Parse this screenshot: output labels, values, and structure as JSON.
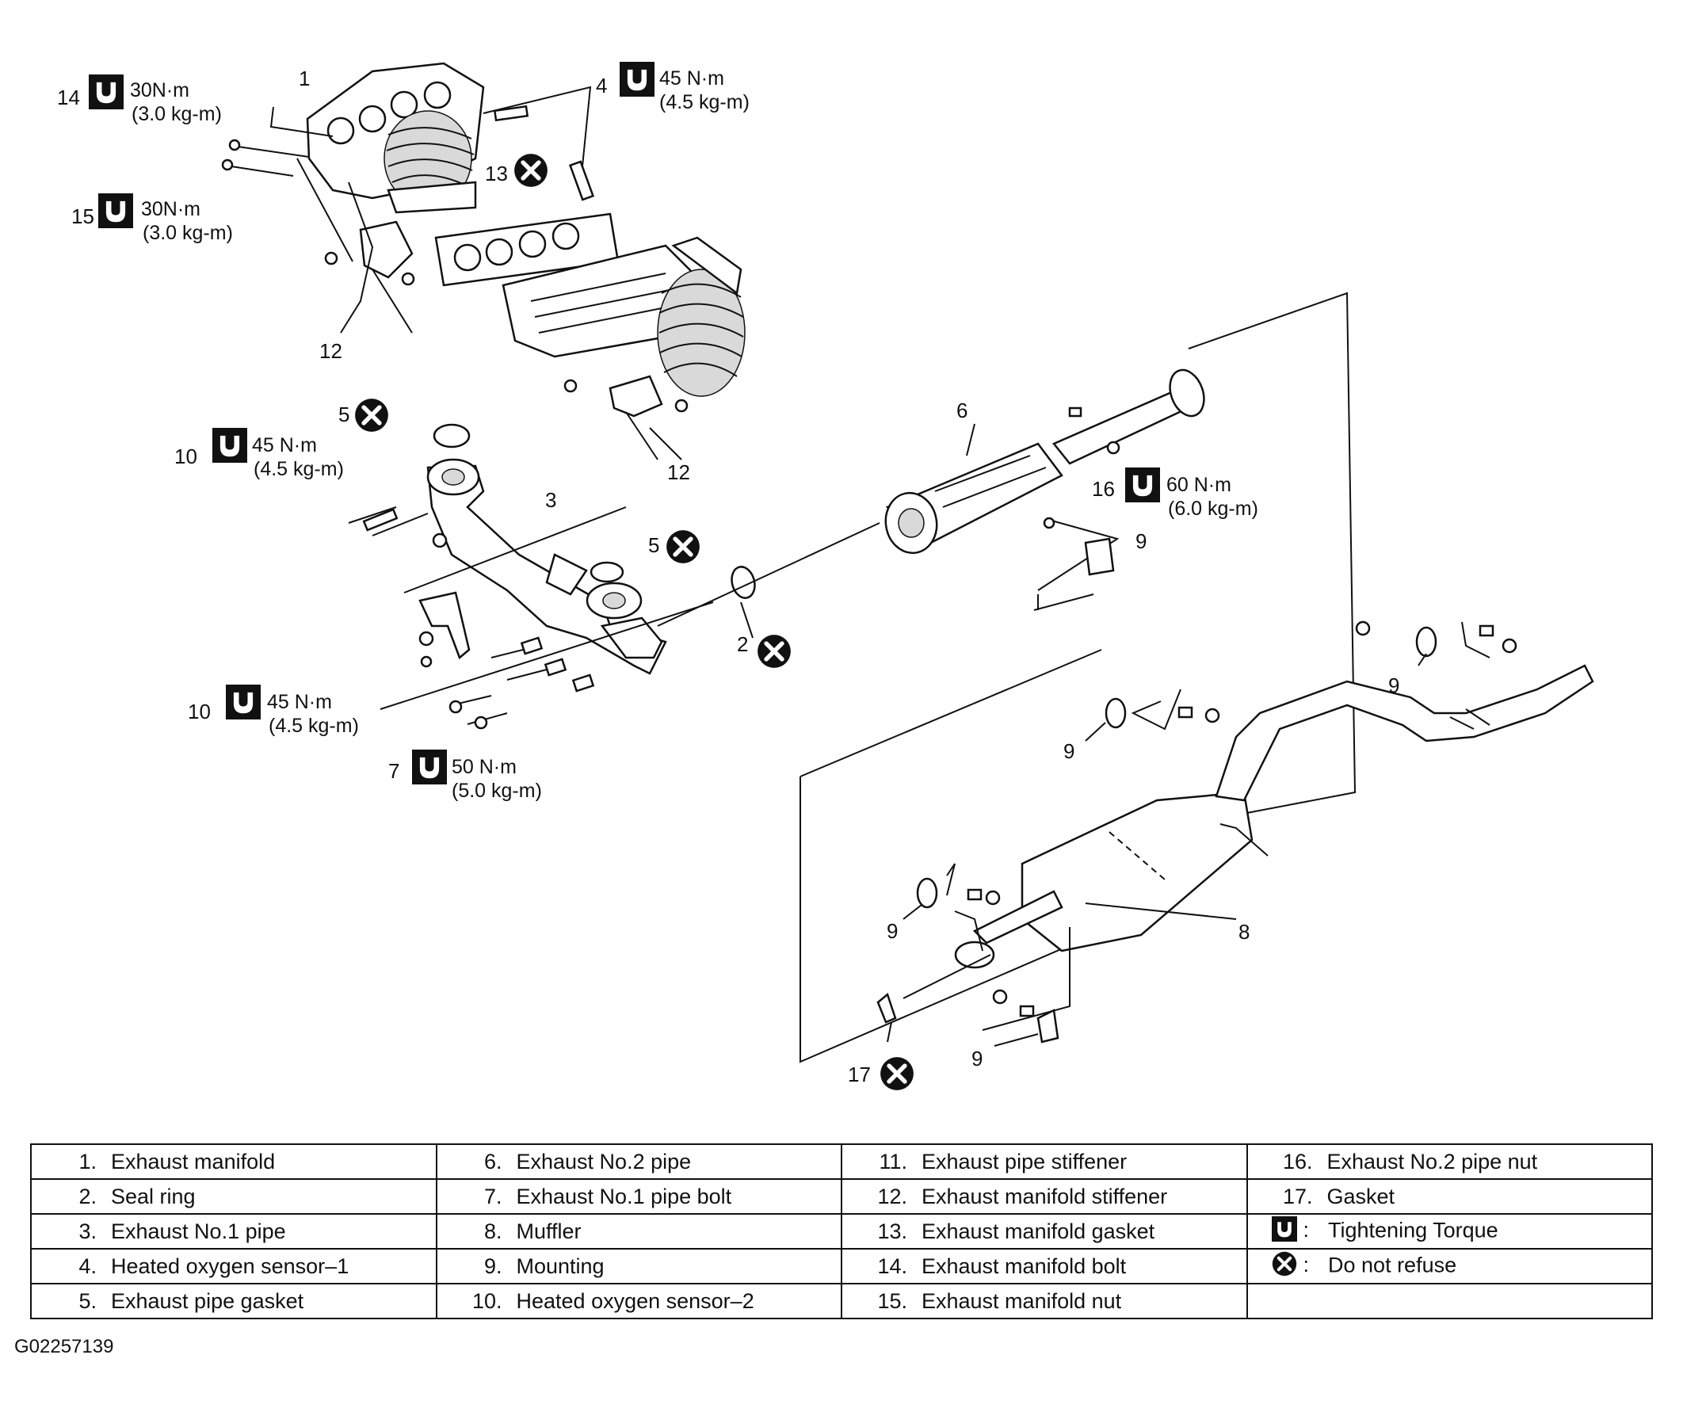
{
  "labels": {
    "l1": "1",
    "l2": "2",
    "l3": "3",
    "l4": "4",
    "l5a": "5",
    "l5b": "5",
    "l6": "6",
    "l7": "7",
    "l8": "8",
    "l9a": "9",
    "l9b": "9",
    "l9c": "9",
    "l9d": "9",
    "l9e": "9",
    "l10a": "10",
    "l10b": "10",
    "l12a": "12",
    "l12b": "12",
    "l13": "13",
    "l14": "14",
    "l15": "15",
    "l16": "16",
    "l17": "17"
  },
  "torques": {
    "t14": {
      "nm": "30N·m",
      "kg": "(3.0 kg-m)"
    },
    "t15": {
      "nm": "30N·m",
      "kg": "(3.0 kg-m)"
    },
    "t4": {
      "nm": "45 N·m",
      "kg": "(4.5 kg-m)"
    },
    "t10a": {
      "nm": "45 N·m",
      "kg": "(4.5 kg-m)"
    },
    "t10b": {
      "nm": "45 N·m",
      "kg": "(4.5 kg-m)"
    },
    "t16": {
      "nm": "60 N·m",
      "kg": "(6.0 kg-m)"
    },
    "t7": {
      "nm": "50 N·m",
      "kg": "(5.0 kg-m)"
    }
  },
  "legend": {
    "rows": [
      [
        {
          "n": "1.",
          "t": "Exhaust manifold"
        },
        {
          "n": "6.",
          "t": "Exhaust No.2 pipe"
        },
        {
          "n": "11.",
          "t": "Exhaust pipe stiffener"
        },
        {
          "n": "16.",
          "t": "Exhaust No.2 pipe nut"
        }
      ],
      [
        {
          "n": "2.",
          "t": "Seal ring"
        },
        {
          "n": "7.",
          "t": "Exhaust No.1 pipe bolt"
        },
        {
          "n": "12.",
          "t": "Exhaust manifold stiffener"
        },
        {
          "n": "17.",
          "t": "Gasket"
        }
      ],
      [
        {
          "n": "3.",
          "t": "Exhaust No.1 pipe"
        },
        {
          "n": "8.",
          "t": "Muffler"
        },
        {
          "n": "13.",
          "t": "Exhaust manifold gasket"
        },
        {
          "n": ":",
          "t": "Tightening Torque"
        }
      ],
      [
        {
          "n": "4.",
          "t": "Heated oxygen sensor–1"
        },
        {
          "n": "9.",
          "t": "Mounting"
        },
        {
          "n": "14.",
          "t": "Exhaust manifold bolt"
        },
        {
          "n": ":",
          "t": "Do not refuse"
        }
      ],
      [
        {
          "n": "5.",
          "t": "Exhaust pipe gasket"
        },
        {
          "n": "10.",
          "t": "Heated oxygen sensor–2"
        },
        {
          "n": "15.",
          "t": "Exhaust manifold nut"
        },
        {
          "n": "",
          "t": ""
        }
      ]
    ]
  },
  "figure_id": "G02257139",
  "icons": {
    "torque": "torque-wrench-icon",
    "no_reuse": "do-not-reuse-icon"
  }
}
